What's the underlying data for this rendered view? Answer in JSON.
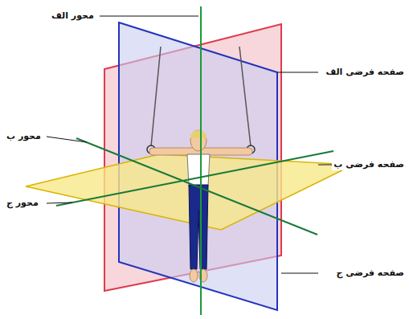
{
  "diagram": {
    "labels": [
      "محور الف",
      "صفحه فرضی الف",
      "محور ب",
      "صفحه فرضی ب",
      "محور ج",
      "صفحه فرضی ج"
    ]
  }
}
